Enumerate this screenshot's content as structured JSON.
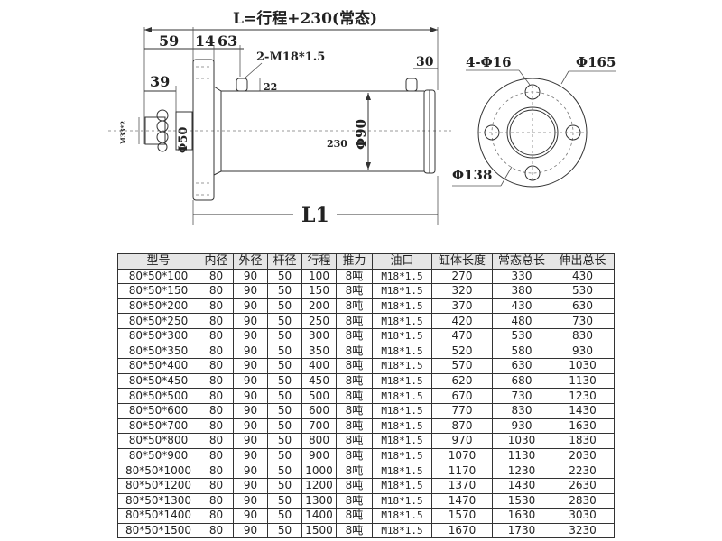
{
  "drawing": {
    "total_length_label": "L=行程+230(常态)",
    "dim_59": "59",
    "dim_14": "14",
    "dim_63": "63",
    "dim_39": "39",
    "port_label": "2-M18*1.5",
    "dim_22": "22",
    "dim_30": "30",
    "thread_label": "M33*2",
    "rod_dia": "Φ50",
    "body_dia": "Φ90",
    "dim_230": "230",
    "body_length": "L1",
    "holes_label": "4-Φ16",
    "flange_dia": "Φ165",
    "bolt_circle": "Φ138"
  },
  "table": {
    "headers": [
      "型号",
      "内径",
      "外径",
      "杆径",
      "行程",
      "推力",
      "油口",
      "缸体长度",
      "常态总长",
      "伸出总长"
    ],
    "rows": [
      [
        "80*50*100",
        "80",
        "90",
        "50",
        "100",
        "8吨",
        "M18*1.5",
        "270",
        "330",
        "430"
      ],
      [
        "80*50*150",
        "80",
        "90",
        "50",
        "150",
        "8吨",
        "M18*1.5",
        "320",
        "380",
        "530"
      ],
      [
        "80*50*200",
        "80",
        "90",
        "50",
        "200",
        "8吨",
        "M18*1.5",
        "370",
        "430",
        "630"
      ],
      [
        "80*50*250",
        "80",
        "90",
        "50",
        "250",
        "8吨",
        "M18*1.5",
        "420",
        "480",
        "730"
      ],
      [
        "80*50*300",
        "80",
        "90",
        "50",
        "300",
        "8吨",
        "M18*1.5",
        "470",
        "530",
        "830"
      ],
      [
        "80*50*350",
        "80",
        "90",
        "50",
        "350",
        "8吨",
        "M18*1.5",
        "520",
        "580",
        "930"
      ],
      [
        "80*50*400",
        "80",
        "90",
        "50",
        "400",
        "8吨",
        "M18*1.5",
        "570",
        "630",
        "1030"
      ],
      [
        "80*50*450",
        "80",
        "90",
        "50",
        "450",
        "8吨",
        "M18*1.5",
        "620",
        "680",
        "1130"
      ],
      [
        "80*50*500",
        "80",
        "90",
        "50",
        "500",
        "8吨",
        "M18*1.5",
        "670",
        "730",
        "1230"
      ],
      [
        "80*50*600",
        "80",
        "90",
        "50",
        "600",
        "8吨",
        "M18*1.5",
        "770",
        "830",
        "1430"
      ],
      [
        "80*50*700",
        "80",
        "90",
        "50",
        "700",
        "8吨",
        "M18*1.5",
        "870",
        "930",
        "1630"
      ],
      [
        "80*50*800",
        "80",
        "90",
        "50",
        "800",
        "8吨",
        "M18*1.5",
        "970",
        "1030",
        "1830"
      ],
      [
        "80*50*900",
        "80",
        "90",
        "50",
        "900",
        "8吨",
        "M18*1.5",
        "1070",
        "1130",
        "2030"
      ],
      [
        "80*50*1000",
        "80",
        "90",
        "50",
        "1000",
        "8吨",
        "M18*1.5",
        "1170",
        "1230",
        "2230"
      ],
      [
        "80*50*1200",
        "80",
        "90",
        "50",
        "1200",
        "8吨",
        "M18*1.5",
        "1370",
        "1430",
        "2630"
      ],
      [
        "80*50*1300",
        "80",
        "90",
        "50",
        "1300",
        "8吨",
        "M18*1.5",
        "1470",
        "1530",
        "2830"
      ],
      [
        "80*50*1400",
        "80",
        "90",
        "50",
        "1400",
        "8吨",
        "M18*1.5",
        "1570",
        "1630",
        "3030"
      ],
      [
        "80*50*1500",
        "80",
        "90",
        "50",
        "1500",
        "8吨",
        "M18*1.5",
        "1670",
        "1730",
        "3230"
      ]
    ]
  }
}
